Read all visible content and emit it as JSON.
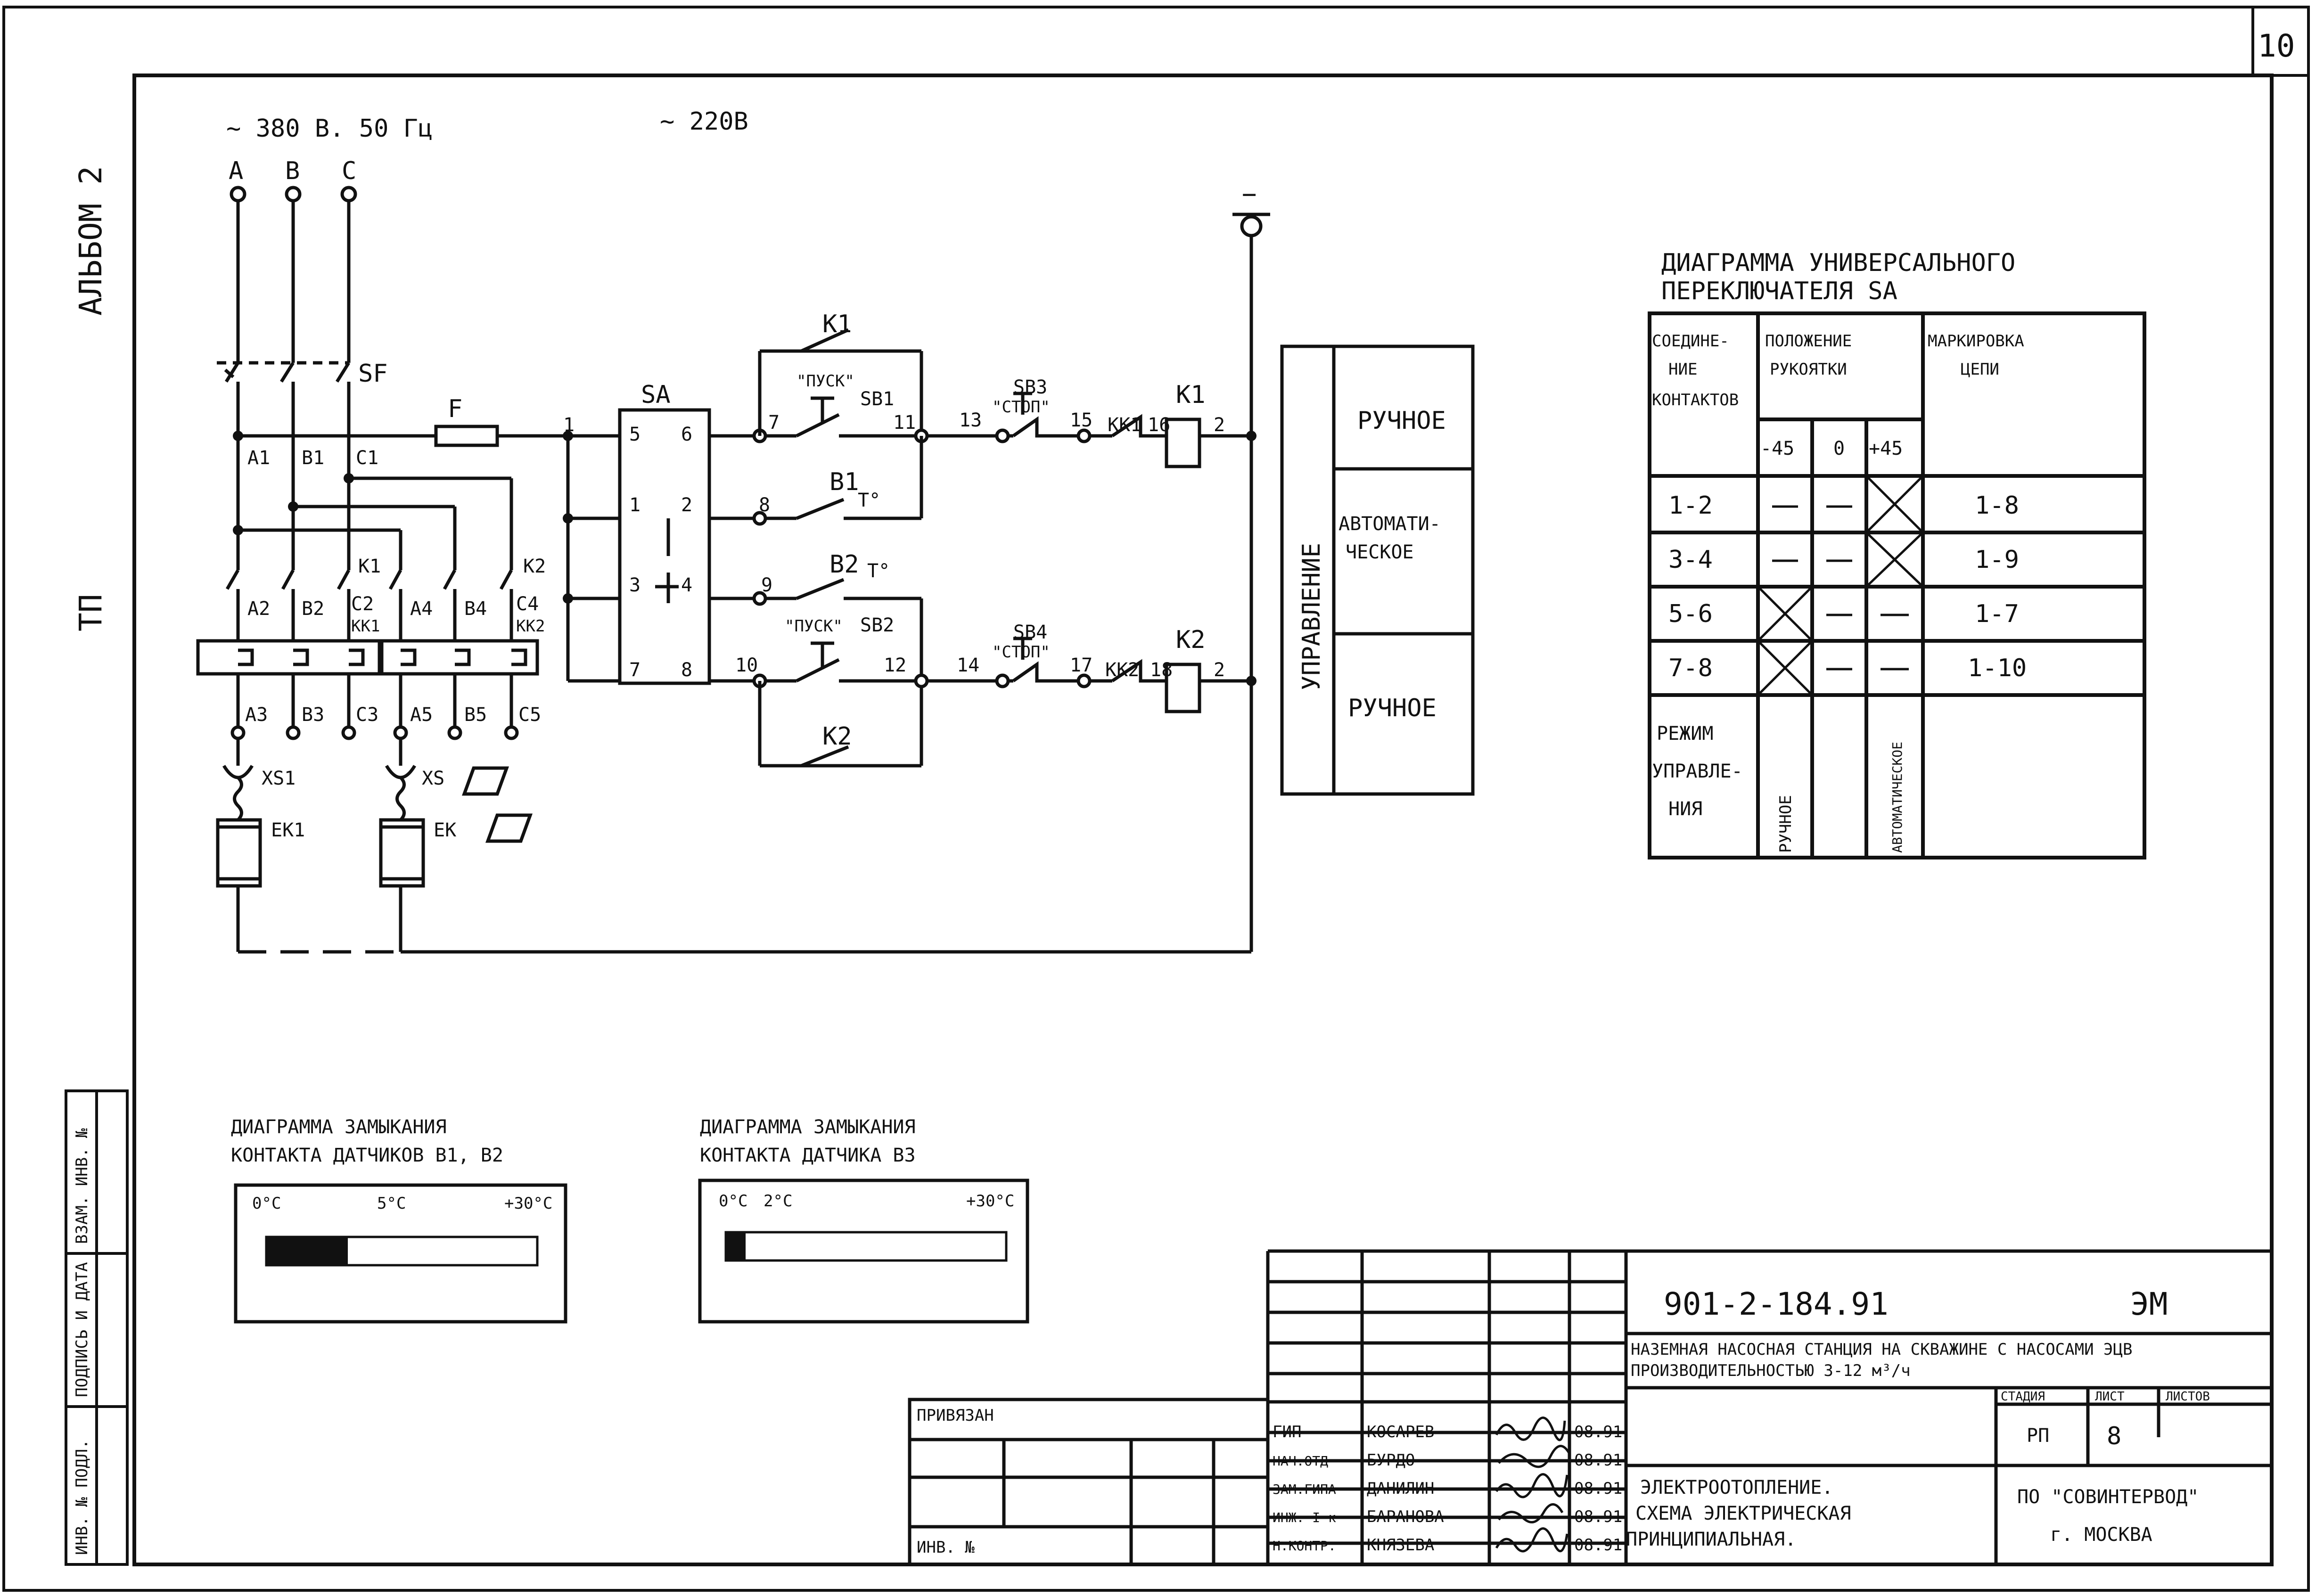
{
  "sheet_number": "10",
  "side": {
    "album": "АЛЬБОМ 2",
    "tp": "ТП"
  },
  "left_stamp": {
    "vzam": "ВЗАМ. ИНВ. №",
    "podpis": "ПОДПИСЬ И ДАТА",
    "inv": "ИНВ. № ПОДЛ."
  },
  "supply": {
    "three_phase": "~ 380 В. 50 Гц",
    "single_phase": "~ 220В",
    "phases": [
      "A",
      "B",
      "C"
    ]
  },
  "power": {
    "sf": "SF",
    "fuse": "F",
    "bus": [
      "A1",
      "B1",
      "C1"
    ],
    "k1": "K1",
    "k2": "K2",
    "k1_out": [
      "A2",
      "B2",
      "C2"
    ],
    "k2_out": [
      "A4",
      "B4",
      "C4"
    ],
    "kk1": "KK1",
    "kk2": "KK2",
    "term1": [
      "A3",
      "B3",
      "C3"
    ],
    "term2": [
      "A5",
      "B5",
      "C5"
    ],
    "xs1": "XS1",
    "xs": "XS",
    "ek1": "EK1",
    "ek": "EK"
  },
  "control": {
    "sa": "SA",
    "sa_pins": [
      "5",
      "6",
      "1",
      "2",
      "3",
      "4",
      "7",
      "8"
    ],
    "node1": "1",
    "node2": "2",
    "wires": [
      "7",
      "11",
      "13",
      "15",
      "16",
      "8",
      "9",
      "10",
      "12",
      "14",
      "17",
      "18"
    ],
    "k1": "K1",
    "k2": "K2",
    "pusk": "\"ПУСК\"",
    "stop": "\"СТОП\"",
    "sb1": "SB1",
    "sb2": "SB2",
    "sb3": "SB3",
    "sb4": "SB4",
    "b1": "B1",
    "b2": "B2",
    "temp": "T°",
    "kk1": "KK1",
    "kk2": "KK2",
    "minus": "−"
  },
  "mode_box": {
    "vertical": "УПРАВЛЕНИЕ",
    "r1": "РУЧНОЕ",
    "r2a": "АВТОМАТИ-",
    "r2b": "ЧЕСКОЕ",
    "r3": "РУЧНОЕ"
  },
  "sa_table": {
    "title1": "ДИАГРАММА УНИВЕРСАЛЬНОГО",
    "title2": "ПЕРЕКЛЮЧАТЕЛЯ  SA",
    "h1": [
      "СОЕДИНЕ-",
      "НИЕ",
      "КОНТАКТОВ"
    ],
    "h2": [
      "ПОЛОЖЕНИЕ",
      "РУКОЯТКИ"
    ],
    "h3": [
      "МАРКИРОВКА",
      "ЦЕПИ"
    ],
    "positions": [
      "-45",
      "0",
      "+45"
    ],
    "rows": [
      {
        "c": "1-2",
        "m": "1-8",
        "x": [
          0,
          0,
          1
        ]
      },
      {
        "c": "3-4",
        "m": "1-9",
        "x": [
          0,
          0,
          1
        ]
      },
      {
        "c": "5-6",
        "m": "1-7",
        "x": [
          1,
          0,
          0
        ]
      },
      {
        "c": "7-8",
        "m": "1-10",
        "x": [
          1,
          0,
          0
        ]
      }
    ],
    "mode": [
      "РЕЖИМ",
      "УПРАВЛЕ-",
      "НИЯ"
    ],
    "manual": "РУЧНОЕ",
    "auto": "АВТОМАТИЧЕСКОЕ"
  },
  "diag1": {
    "title1": "ДИАГРАММА ЗАМЫКАНИЯ",
    "title2": "КОНТАКТА ДАТЧИКОВ В1, В2",
    "l0": "0°С",
    "l1": "5°С",
    "l2": "+30°С",
    "fill": 0.3
  },
  "diag2": {
    "title1": "ДИАГРАММА ЗАМЫКАНИЯ",
    "title2": "КОНТАКТА ДАТЧИКА В3",
    "l0": "0°С",
    "l1": "2°С",
    "l2": "+30°С",
    "fill": 0.07
  },
  "title_block": {
    "code": "901-2-184.91",
    "mark": "ЭМ",
    "project1": "НАЗЕМНАЯ НАСОСНАЯ СТАНЦИЯ НА СКВАЖИНЕ С НАСОСАМИ ЭЦВ",
    "project2": "ПРОИЗВОДИТЕЛЬНОСТЬЮ 3-12 м³/ч",
    "stage_h": "СТАДИЯ",
    "sheet_h": "ЛИСТ",
    "sheets_h": "ЛИСТОВ",
    "stage": "РП",
    "sheet": "8",
    "drawing1": "ЭЛЕКТРООТОПЛЕНИЕ.",
    "drawing2": "СХЕМА ЭЛЕКТРИЧЕСКАЯ",
    "drawing3": "ПРИНЦИПИАЛЬНАЯ.",
    "org1": "ПО \"СОВИНТЕРВОД\"",
    "org2": "г. МОСКВА",
    "privyazan": "ПРИВЯЗАН",
    "inv": "ИНВ. №",
    "people": [
      {
        "role": "ГИП",
        "name": "КОСАРЕВ",
        "date": "08.91"
      },
      {
        "role": "НАЧ.ОТД",
        "name": "БУРДО",
        "date": "08.91"
      },
      {
        "role": "ЗАМ.ГИПА",
        "name": "ДАНИЛИН",
        "date": "08.91"
      },
      {
        "role": "ИНЖ. I к",
        "name": "БАРАНОВА",
        "date": "08.91"
      },
      {
        "role": "Н.КОНТР.",
        "name": "КНЯЗЕВА",
        "date": "08.91"
      }
    ]
  }
}
